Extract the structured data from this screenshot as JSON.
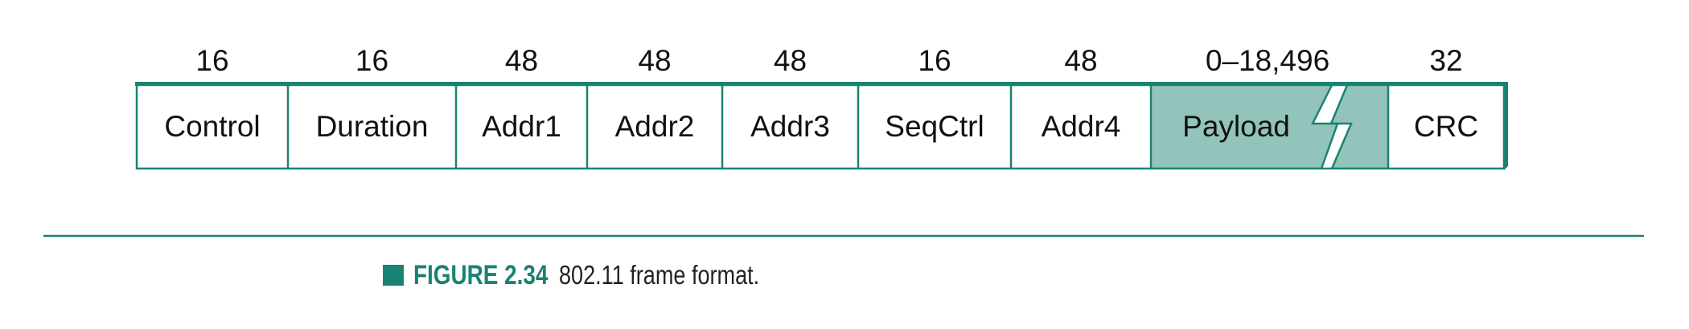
{
  "diagram": {
    "fields": [
      {
        "name": "Control",
        "bits": "16"
      },
      {
        "name": "Duration",
        "bits": "16"
      },
      {
        "name": "Addr1",
        "bits": "48"
      },
      {
        "name": "Addr2",
        "bits": "48"
      },
      {
        "name": "Addr3",
        "bits": "48"
      },
      {
        "name": "SeqCtrl",
        "bits": "16"
      },
      {
        "name": "Addr4",
        "bits": "48"
      },
      {
        "name": "Payload",
        "bits": "0–18,496",
        "highlighted": true,
        "broken": true
      },
      {
        "name": "CRC",
        "bits": "32"
      }
    ],
    "colors": {
      "border": "#1a8272",
      "highlight_fill": "#93c4bb",
      "rule": "#1a8272"
    }
  },
  "caption": {
    "label": "FIGURE 2.34",
    "text": "802.11 frame format."
  }
}
